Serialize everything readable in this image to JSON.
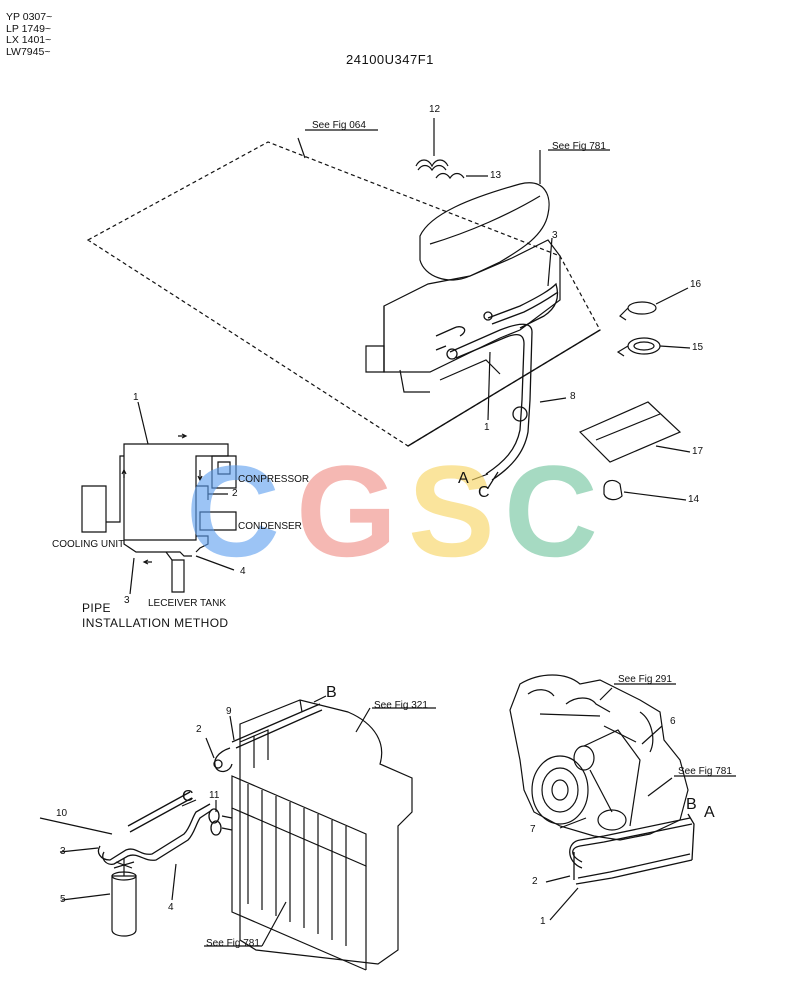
{
  "header": {
    "serials": [
      "YP 0307~",
      "LP 1749~",
      "LX 1401~",
      "LW7945~"
    ],
    "drawing_code": "24100U347F1"
  },
  "refs": {
    "fig064": "See Fig 064",
    "fig781_top": "See Fig 781",
    "fig321": "See Fig 321",
    "fig781_bottom": "See Fig 781",
    "fig291": "See Fig 291",
    "fig781_right": "See Fig 781"
  },
  "schematic": {
    "compressor": "CONPRESSOR",
    "condenser": "CONDENSER",
    "cooling_unit": "COOLING UNIT",
    "receiver_tank": "LECEIVER TANK",
    "title_line1": "PIPE",
    "title_line2": "INSTALLATION METHOD",
    "n1": "1",
    "n2": "2",
    "n3": "3",
    "n4": "4"
  },
  "top_callouts": {
    "n12": "12",
    "n13": "13",
    "n3": "3",
    "n16": "16",
    "n15": "15",
    "n8": "8",
    "n1": "1",
    "n17": "17",
    "n14": "14",
    "A": "A",
    "C": "C"
  },
  "bottom_left": {
    "B": "B",
    "C": "C",
    "n2": "2",
    "n9": "9",
    "n10": "10",
    "n11": "11",
    "n3": "3",
    "n5": "5",
    "n4": "4"
  },
  "bottom_right": {
    "n6": "6",
    "n7": "7",
    "n2": "2",
    "n1": "1",
    "B": "B",
    "A": "A"
  },
  "watermark": {
    "letters": [
      "C",
      "G",
      "S",
      "C"
    ],
    "colors": [
      "#5b9ef0",
      "#f08a82",
      "#f7d35c",
      "#6cc29a"
    ]
  }
}
